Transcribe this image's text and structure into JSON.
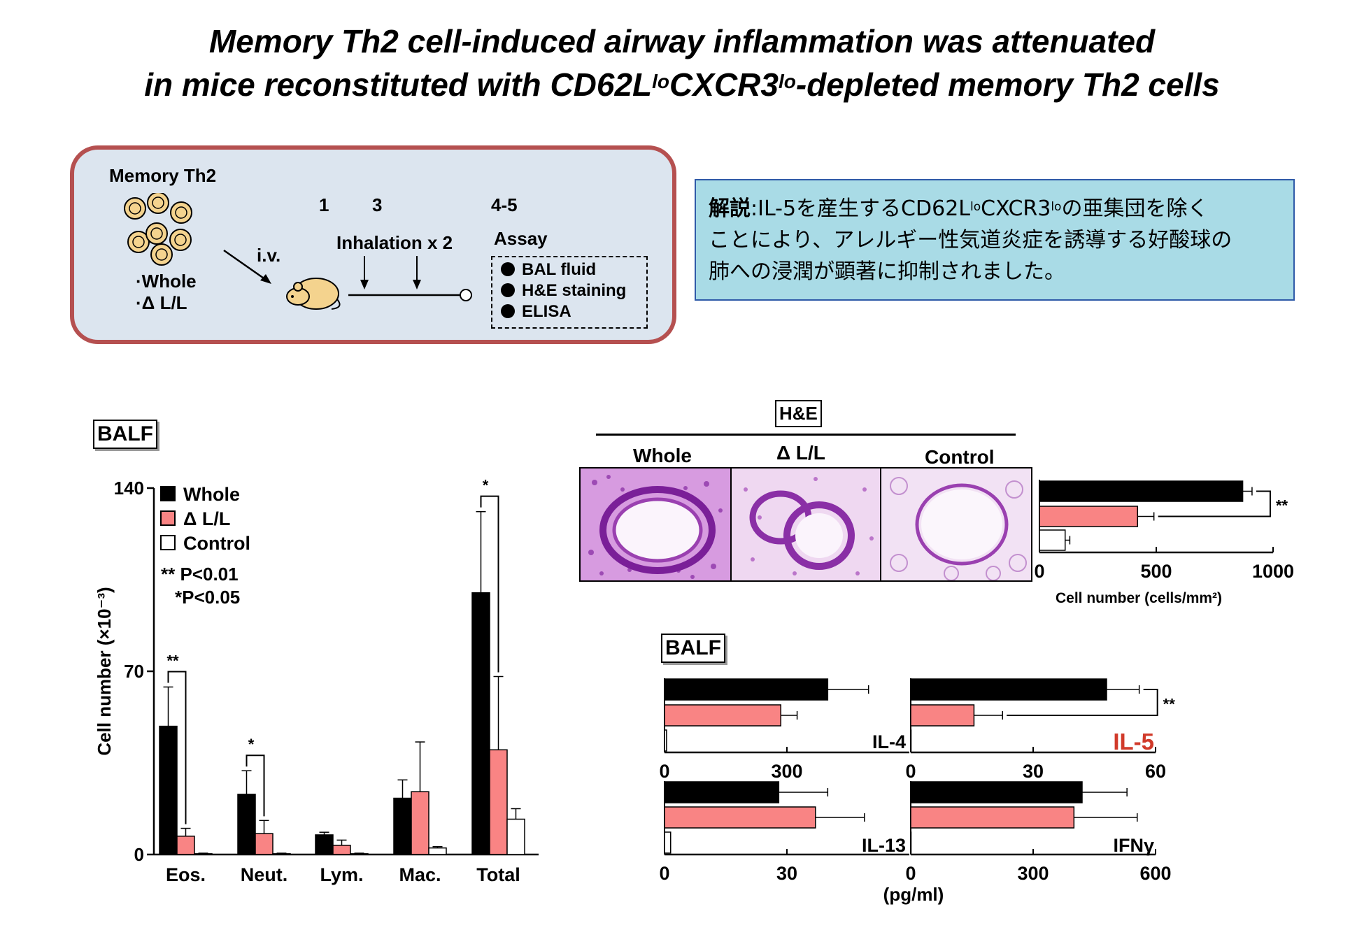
{
  "title": {
    "line1": "Memory Th2 cell-induced airway inflammation was attenuated",
    "line2_pre": "in mice reconstituted with CD62L",
    "line2_sup1": "lo",
    "line2_mid": "CXCR3",
    "line2_sup2": "lo",
    "line2_post": "-depleted memory Th2 cells"
  },
  "protocol": {
    "cells_label": "Memory Th2",
    "group_whole": "·Whole",
    "group_dll": "·Δ L/L",
    "route": "i.v.",
    "day1": "1",
    "day3": "3",
    "day45": "4-5",
    "inhalation": "Inhalation x 2",
    "assay": "Assay",
    "assay_items": [
      "BAL fluid",
      "H&E staining",
      "ELISA"
    ],
    "colors": {
      "panel_bg": "#dce5ef",
      "panel_border": "#b55050",
      "cell": "#f4d38e"
    }
  },
  "commentary": {
    "heading": "解説",
    "sep": ":",
    "t1": "IL-5を産生するCD62L",
    "sup1": "lo",
    "t2": "CXCR3",
    "sup2": "lo",
    "t3": "の亜集団を除く",
    "line2": "ことにより、アレルギー性気道炎症を誘導する好酸球の",
    "line3": "肺への浸潤が顕著に抑制されました。"
  },
  "colors": {
    "whole": "#000000",
    "dll": "#f98484",
    "control": "#ffffff",
    "il5_label": "#d13a2a"
  },
  "balf_label": "BALF",
  "he_label": "H&E",
  "he_columns": [
    "Whole",
    "Δ L/L",
    "Control"
  ],
  "chart_data": [
    {
      "type": "bar",
      "id": "balf_cells",
      "categories": [
        "Eos.",
        "Neut.",
        "Lym.",
        "Mac.",
        "Total"
      ],
      "ylabel": "Cell number (×10⁻³)",
      "ylim": [
        0,
        140
      ],
      "yticks": [
        "0",
        "70",
        "140"
      ],
      "legend": [
        "Whole",
        "Δ L/L",
        "Control"
      ],
      "legend_notes": [
        "** P<0.01",
        "*P<0.05"
      ],
      "series": [
        {
          "name": "Whole",
          "values": [
            49,
            23,
            7.5,
            21.5,
            100
          ],
          "errors": [
            15,
            9,
            1,
            7,
            31
          ]
        },
        {
          "name": "Δ L/L",
          "values": [
            7,
            8,
            3.5,
            24,
            40
          ],
          "errors": [
            3,
            5,
            2,
            19,
            28
          ]
        },
        {
          "name": "Control",
          "values": [
            0.3,
            0.3,
            0.3,
            2.5,
            13.5
          ],
          "errors": [
            0.2,
            0.2,
            0.2,
            0.5,
            4
          ]
        }
      ],
      "significance": [
        {
          "category": "Eos.",
          "label": "**"
        },
        {
          "category": "Neut.",
          "label": "*"
        },
        {
          "category": "Total",
          "label": "*"
        }
      ]
    },
    {
      "type": "bar",
      "id": "he_cells",
      "orientation": "horizontal",
      "xlabel": "Cell number (cells/mm²)",
      "xlim": [
        0,
        1000
      ],
      "xticks": [
        "0",
        "500",
        "1000"
      ],
      "values": [
        870,
        420,
        110
      ],
      "errors": [
        40,
        70,
        20
      ],
      "significance": "**"
    },
    {
      "type": "bar",
      "id": "il4",
      "orientation": "horizontal",
      "label": "IL-4",
      "xlim": [
        0,
        600
      ],
      "xticks": [
        "0",
        "300"
      ],
      "values": [
        400,
        285,
        5
      ],
      "errors": [
        100,
        40,
        0
      ]
    },
    {
      "type": "bar",
      "id": "il5",
      "orientation": "horizontal",
      "label": "IL-5",
      "xlim": [
        0,
        60
      ],
      "xticks": [
        "0",
        "30",
        "60"
      ],
      "values": [
        48,
        15.5,
        0
      ],
      "errors": [
        8,
        7,
        0
      ],
      "significance": "**"
    },
    {
      "type": "bar",
      "id": "il13",
      "orientation": "horizontal",
      "label": "IL-13",
      "xlim": [
        0,
        60
      ],
      "xticks": [
        "0",
        "30"
      ],
      "values": [
        28,
        37,
        1.5
      ],
      "errors": [
        12,
        12,
        0
      ]
    },
    {
      "type": "bar",
      "id": "ifng",
      "orientation": "horizontal",
      "label": "IFNγ",
      "xlim": [
        0,
        600
      ],
      "xticks": [
        "0",
        "300",
        "600"
      ],
      "values": [
        420,
        400,
        0
      ],
      "errors": [
        110,
        155,
        0
      ]
    }
  ],
  "pg_ml": "(pg/ml)"
}
